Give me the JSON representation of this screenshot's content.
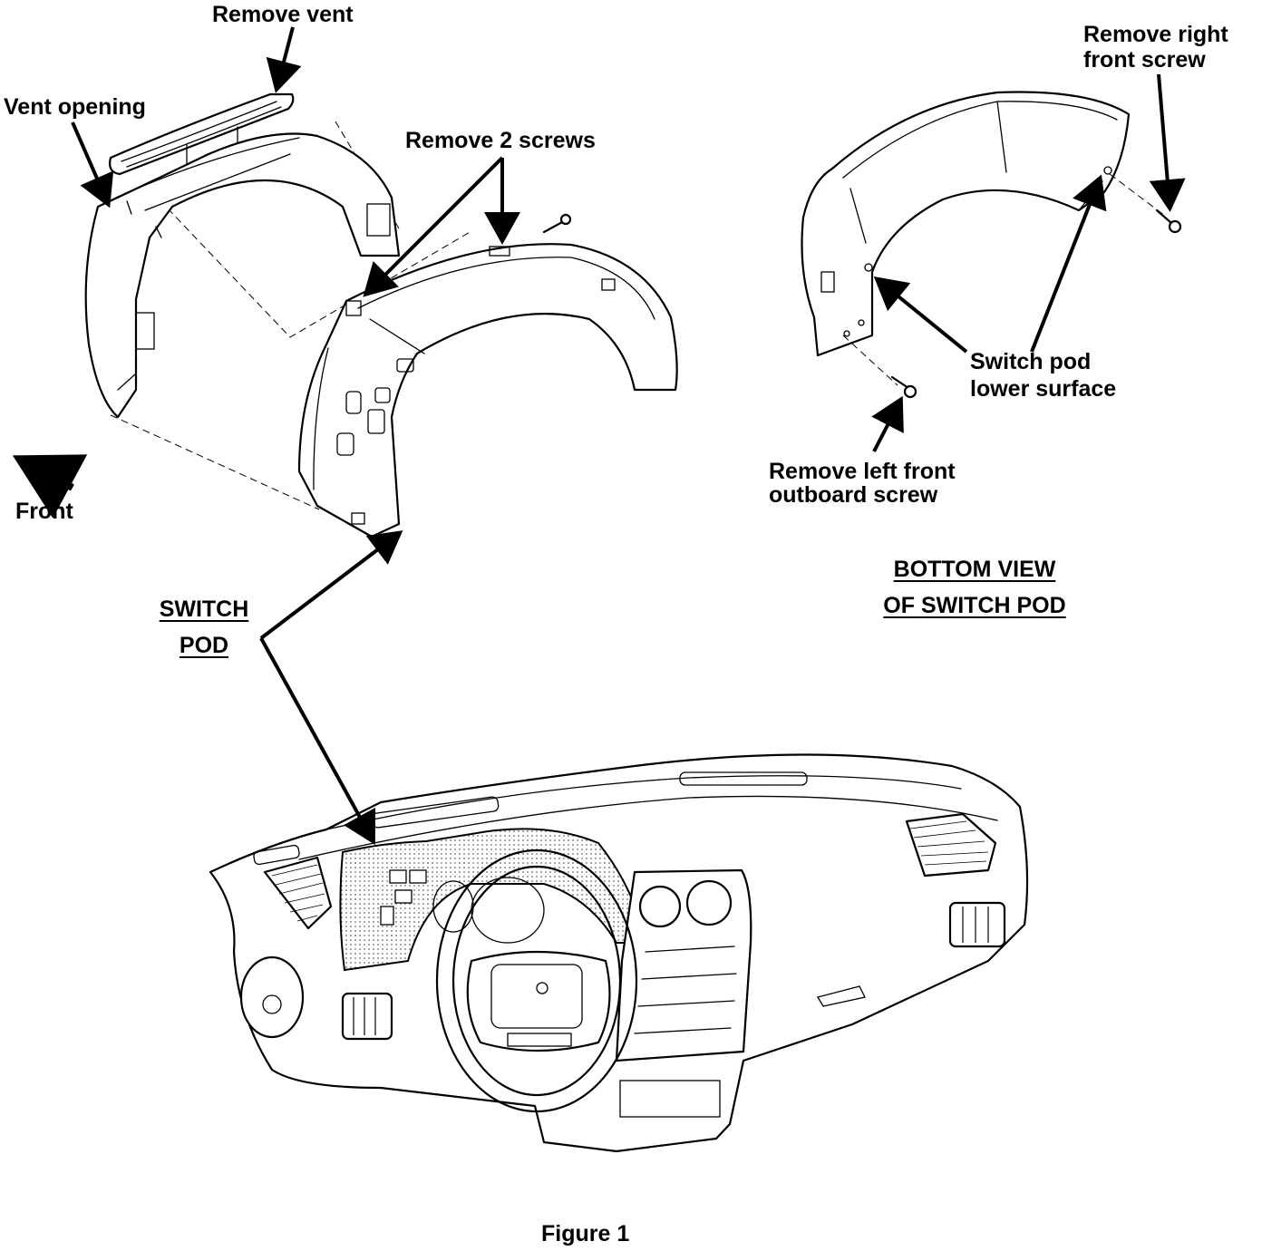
{
  "labels": {
    "remove_vent": "Remove vent",
    "vent_opening": "Vent opening",
    "remove_2_screws": "Remove 2 screws",
    "remove_right_front_screw_1": "Remove right",
    "remove_right_front_screw_2": "front screw",
    "switch_pod_lower_surface_1": "Switch pod",
    "switch_pod_lower_surface_2": "lower surface",
    "remove_left_front_screw_1": "Remove left front",
    "remove_left_front_screw_2": "outboard screw",
    "front": "Front",
    "bottom_view_1": "BOTTOM VIEW",
    "bottom_view_2": "OF SWITCH POD",
    "switch_pod_1": "SWITCH",
    "switch_pod_2": "POD",
    "figure_caption": "Figure 1"
  },
  "colors": {
    "ink": "#000000",
    "paper": "#ffffff",
    "shade": "#d8d8d8"
  }
}
